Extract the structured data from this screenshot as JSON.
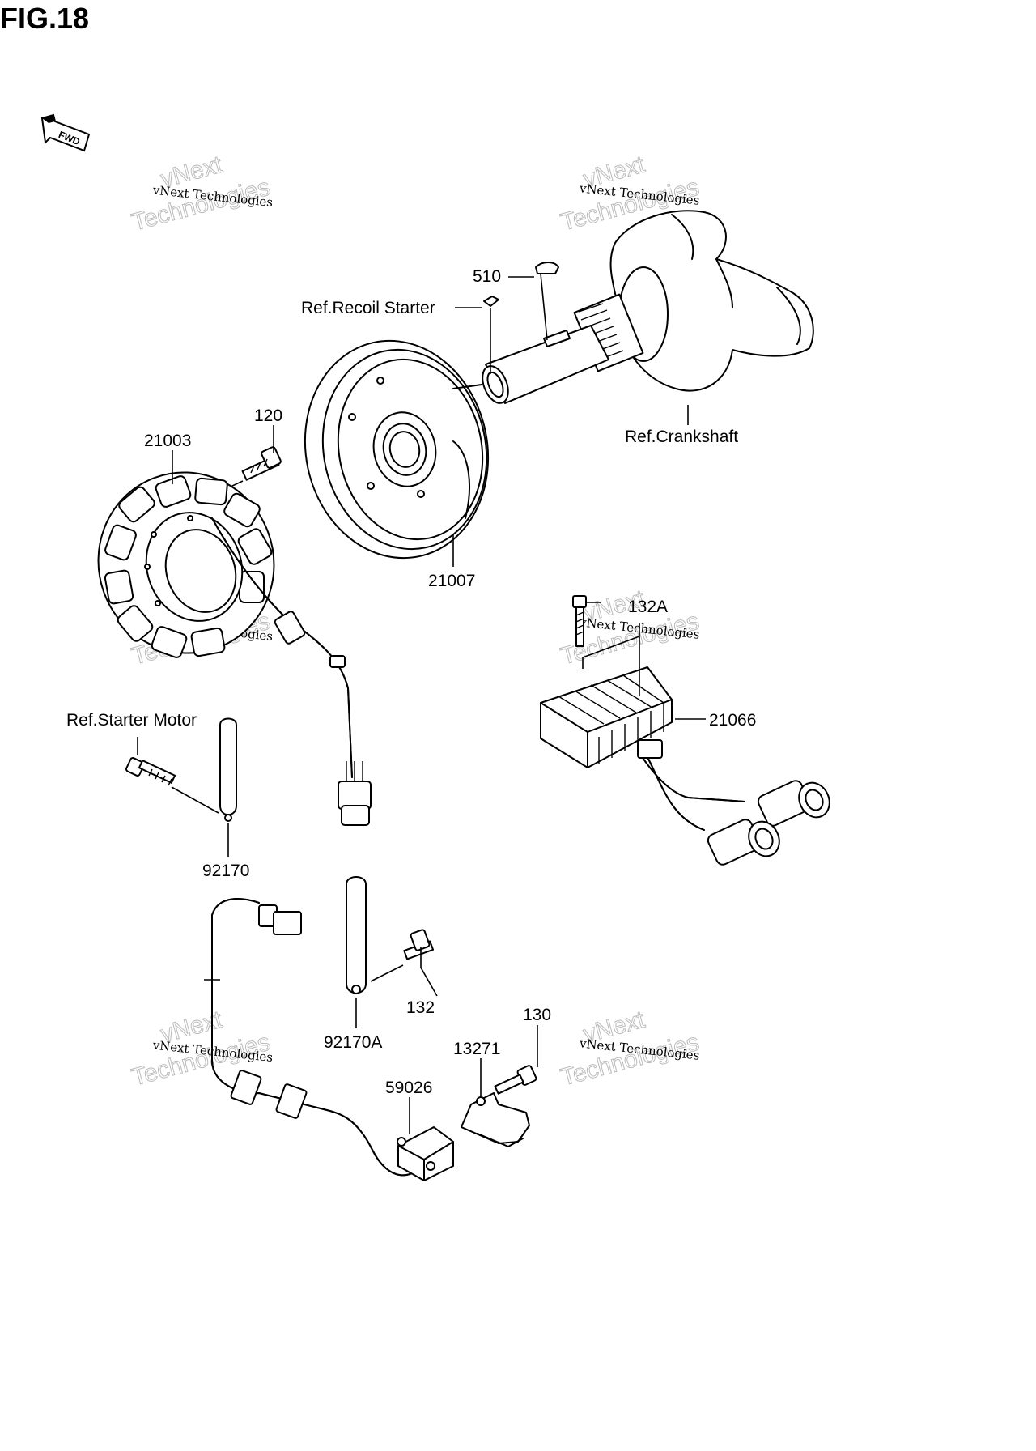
{
  "figure": {
    "title": "FIG.18",
    "fwd_label": "FWD"
  },
  "watermark": {
    "line1": "vNext Technologies",
    "line2": "vNext",
    "line3": "Technologies"
  },
  "labels": {
    "ref_recoil_starter": "Ref.Recoil Starter",
    "ref_crankshaft": "Ref.Crankshaft",
    "ref_starter_motor": "Ref.Starter Motor",
    "p510": "510",
    "p120": "120",
    "p21003": "21003",
    "p21007": "21007",
    "p132a": "132A",
    "p21066": "21066",
    "p92170": "92170",
    "p132": "132",
    "p92170a": "92170A",
    "p130": "130",
    "p13271": "13271",
    "p59026": "59026"
  }
}
